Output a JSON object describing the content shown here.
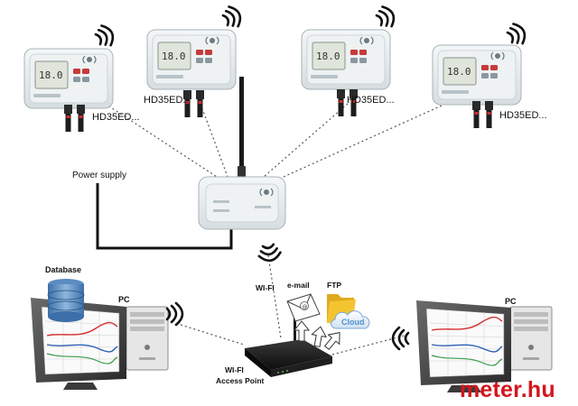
{
  "nodes": {
    "sensor_1": {
      "label": "HD35ED..."
    },
    "sensor_2": {
      "label": "HD35ED..."
    },
    "sensor_3": {
      "label": "HD35ED..."
    },
    "sensor_4": {
      "label": "HD35ED..."
    },
    "power_supply": {
      "label": "Power supply"
    },
    "database": {
      "label": "Database"
    },
    "pc_left": {
      "label": "PC"
    },
    "pc_right": {
      "label": "PC"
    },
    "wifi": {
      "label": "WI-FI"
    },
    "access_point": {
      "label_line1": "WI-FI",
      "label_line2": "Access Point"
    },
    "email": {
      "label": "e-mail"
    },
    "ftp": {
      "label": "FTP"
    },
    "cloud": {
      "label": "Cloud"
    }
  },
  "brand": {
    "text_main": "meter",
    "text_dot": ".",
    "text_tld": "hu"
  },
  "colors": {
    "device_body": "#e9eef0",
    "device_panel": "#cfd8dc",
    "lcd": "#dfe5da",
    "probe": "#1d1d1d",
    "brand_red": "#d3161e",
    "folder_yellow": "#f4c430",
    "cloud_blue": "#5a9fd4"
  }
}
